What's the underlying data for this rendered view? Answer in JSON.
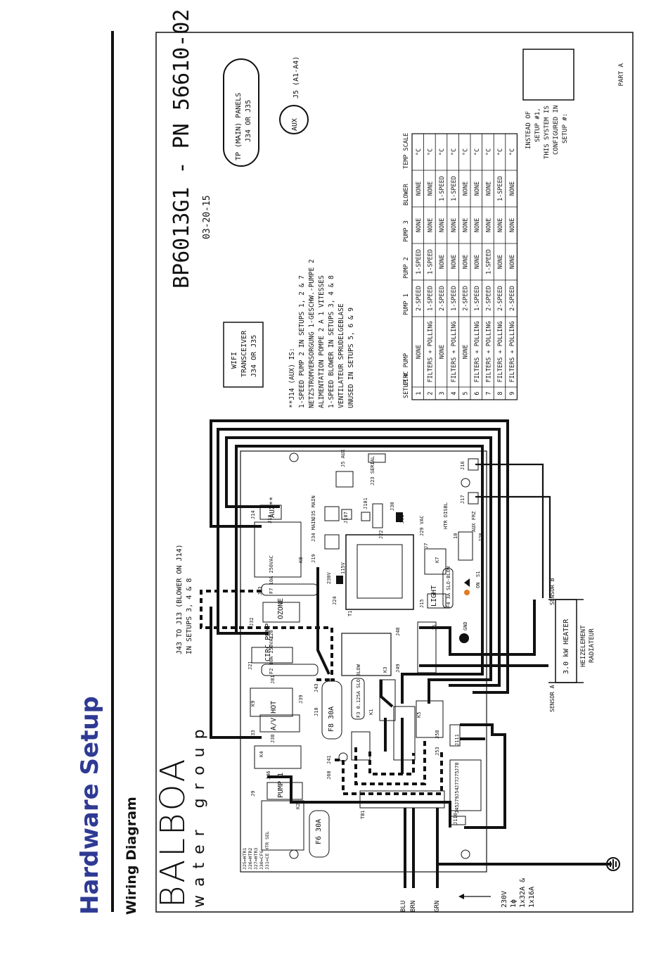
{
  "page": {
    "title": "Hardware Setup",
    "subtitle": "Wiring Diagram"
  },
  "brand": {
    "name": "BALBOA",
    "tagline": "water group",
    "color": "#2e3a93"
  },
  "header": {
    "part_number": "BP6013G1 - PN 56610-02",
    "date": "03-20-15",
    "part_letter": "PART A"
  },
  "panels": {
    "tp_panel": [
      "TP (MAIN) PANELS",
      "J34 OR J35"
    ],
    "aux_label": "AUX",
    "aux_port": "J5 (A1-A4)",
    "wifi": [
      "WIFI",
      "TRANSCEIVER",
      "J34 OR J35"
    ]
  },
  "notes": {
    "j14": [
      "**J14 (AUX) IS:",
      "1-SPEED PUMP 2 IN SETUPS 1, 2 & 7",
      "NETZSTROMVERSORGUNG 1-GESCHW.-PUMPE 2",
      "   ALIMENTATION POMPE 2 A 1 VITESSES",
      "1-SPEED BLOWER IN SETUPS 3, 4 & 8",
      "   VENTILATEUR SPRUDELGEBLASE",
      "UNUSED IN SETUPS 5, 6 & 9"
    ],
    "j43": [
      "J43 TO J13 (BLOWER ON J14)",
      "IN SETUPS 3, 4 & 8"
    ],
    "instead": [
      "INSTEAD OF",
      "SETUP #1,",
      "THIS SYSTEM IS",
      "CONFIGURED IN",
      "SETUP #:"
    ]
  },
  "setup_table": {
    "headers": [
      "SETUP #",
      "CIRC PUMP",
      "PUMP 1",
      "PUMP 2",
      "PUMP 3",
      "BLOWER",
      "TEMP SCALE"
    ],
    "rows": [
      [
        "1",
        "NONE",
        "2-SPEED",
        "1-SPEED",
        "NONE",
        "NONE",
        "°C"
      ],
      [
        "2",
        "FILTERS + POLLING",
        "1-SPEED",
        "1-SPEED",
        "NONE",
        "NONE",
        "°C"
      ],
      [
        "3",
        "NONE",
        "2-SPEED",
        "NONE",
        "NONE",
        "1-SPEED",
        "°C"
      ],
      [
        "4",
        "FILTERS + POLLING",
        "1-SPEED",
        "NONE",
        "NONE",
        "1-SPEED",
        "°C"
      ],
      [
        "5",
        "NONE",
        "2-SPEED",
        "NONE",
        "NONE",
        "NONE",
        "°C"
      ],
      [
        "6",
        "FILTERS + POLLING",
        "1-SPEED",
        "NONE",
        "NONE",
        "NONE",
        "°C"
      ],
      [
        "7",
        "FILTERS + POLLING",
        "2-SPEED",
        "1-SPEED",
        "NONE",
        "NONE",
        "°C"
      ],
      [
        "8",
        "FILTERS + POLLING",
        "2-SPEED",
        "NONE",
        "NONE",
        "1-SPEED",
        "°C"
      ],
      [
        "9",
        "FILTERS + POLLING",
        "2-SPEED",
        "NONE",
        "NONE",
        "NONE",
        "°C"
      ]
    ]
  },
  "board": {
    "connectors": {
      "j14": "J14",
      "aux": "AUX**",
      "j18": "J18",
      "j13": "J13",
      "f7": "F7 10A 250VAC",
      "j32": "J32",
      "ozone": "OZONE",
      "j20": "J20",
      "j21": "J21",
      "circ": "CIRC PUMP",
      "f2": "F2 10A 250VAC",
      "j81": "J81",
      "k9": "K9",
      "j39": "J39",
      "j33": "J33",
      "avhot": "A/V HOT",
      "j38": "J38",
      "k4": "K4",
      "j9": "J9",
      "pump1": "PUMP 1",
      "j46": "J46",
      "k2": "K2",
      "f6": "F6 30A",
      "f8": "F8 30A",
      "j10": "J10",
      "j43": "J43",
      "j41": "J41",
      "j60": "J60",
      "k8": "K8",
      "j19": "J19",
      "j24": "J24",
      "t1": "T1",
      "k3": "K3",
      "k1": "K1",
      "k5": "K5",
      "f3": "F3 0.125A SLO BLOW",
      "j15": "J15",
      "light": "LIGHT",
      "f4": "F4 3A SLO-BLOW",
      "j6": "J6",
      "gnd": "GND",
      "j48": "J48",
      "j49": "J49",
      "k7": "K7",
      "j7": "J7",
      "j29": "J29 VAC",
      "j28": "J28",
      "auxfrz": "AUX FRZ",
      "htr": "HTR DISBL",
      "j16": "J16",
      "j17": "J17",
      "s1": "S1",
      "on": "ON",
      "j101": "J101",
      "j107": "J107",
      "j34": "J34 MAIN",
      "j35": "J35 MAIN",
      "j5": "J5 AUX",
      "j23": "J23 SERIAL",
      "j22": "J22",
      "j30": "J30",
      "j31": "J31",
      "tb1": "TB1",
      "j58": "J58",
      "j53": "J53",
      "j111": "J111",
      "j110": "J110",
      "j78": "J78",
      "j75": "J75",
      "j77": "J77",
      "j54": "J54",
      "j79": "J79",
      "j45": "J45",
      "j10top": "10",
      "vsel": "230V",
      "v115": "115V"
    },
    "left_notes": [
      "J25=HTR1",
      "J26=HTR2",
      "J27=HTR3",
      "J30=CFG",
      "J31=CE HTR SEL"
    ]
  },
  "heater": {
    "label": "3.0 kW HEATER",
    "sub": [
      "HEIZELEMENT",
      "RADIATEUR"
    ],
    "sensor_a": "SENSOR A",
    "sensor_b": "SENSOR B"
  },
  "power": {
    "blu": "BLU",
    "brn": "BRN",
    "grn": "GRN",
    "spec": [
      "230V",
      "1ϕ",
      "1x32A &",
      "1x16A"
    ]
  }
}
